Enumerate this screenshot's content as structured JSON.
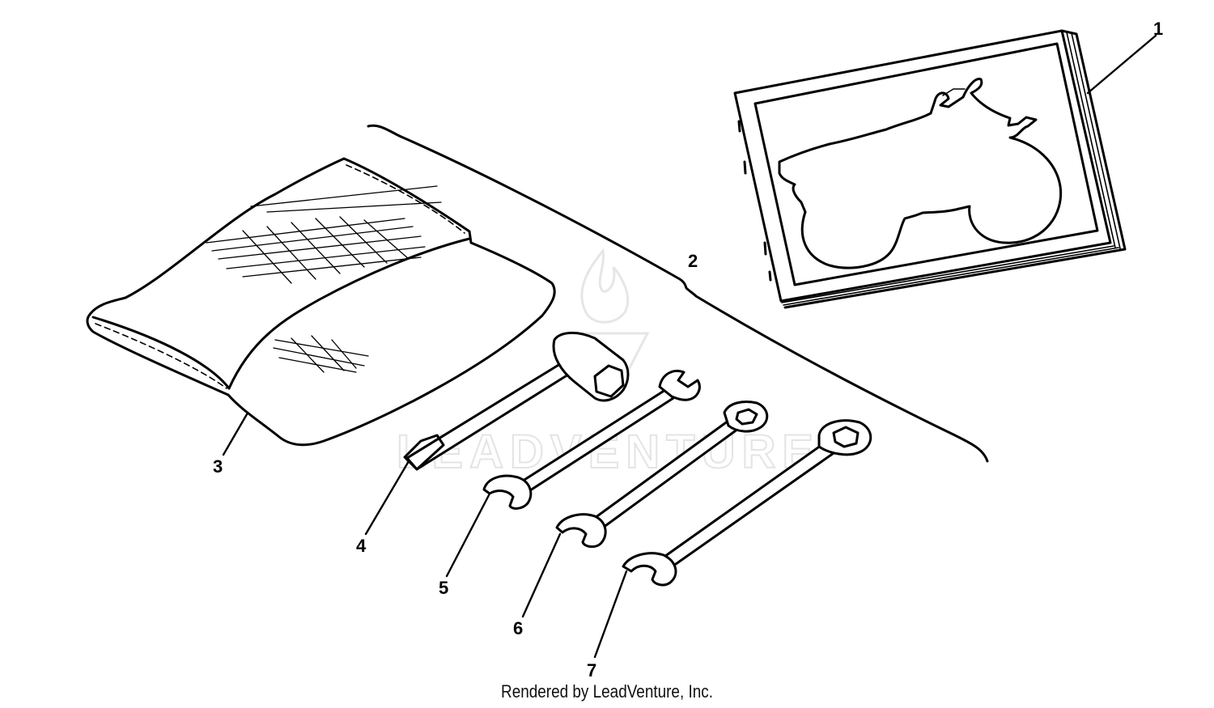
{
  "callouts": [
    {
      "id": "1",
      "text": "1"
    },
    {
      "id": "2",
      "text": "2"
    },
    {
      "id": "3",
      "text": "3"
    },
    {
      "id": "4",
      "text": "4"
    },
    {
      "id": "5",
      "text": "5"
    },
    {
      "id": "6",
      "text": "6"
    },
    {
      "id": "7",
      "text": "7"
    }
  ],
  "watermark": "LEADVENTURE",
  "footer": {
    "credit": "Rendered by LeadVenture, Inc."
  },
  "colors": {
    "ink": "#000000",
    "watermark": "#e4e4e4",
    "background": "#ffffff"
  }
}
